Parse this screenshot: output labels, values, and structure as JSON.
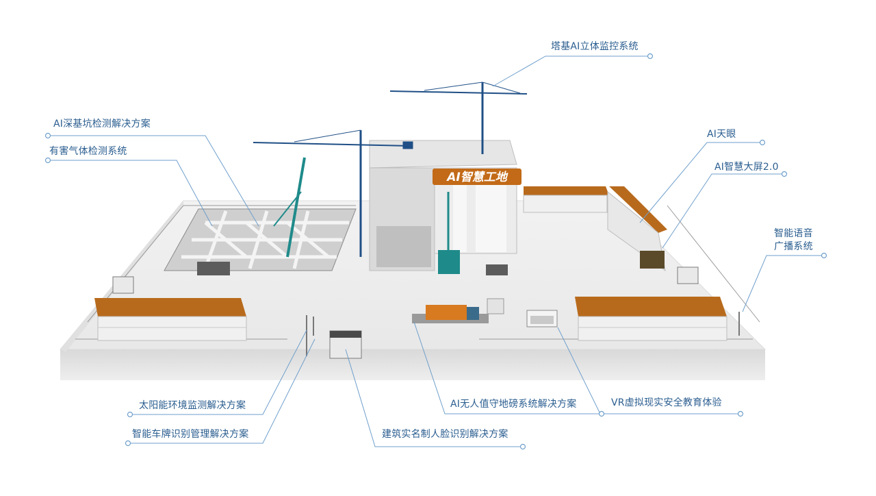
{
  "sign": {
    "text": "AI智慧工地"
  },
  "labels": {
    "tower_crane": "塔基AI立体监控系统",
    "deep_pit": "AI深基坑检测解决方案",
    "gas": "有害气体检测系统",
    "sky_eye": "AI天眼",
    "big_screen": "AI智慧大屏2.0",
    "broadcast_line1": "智能语音",
    "broadcast_line2": "广播系统",
    "solar_env": "太阳能环境监测解决方案",
    "plate": "智能车牌识别管理解决方案",
    "face": "建筑实名制人脸识别解决方案",
    "weighbridge": "AI无人值守地磅系统解决方案",
    "vr": "VR虚拟现实安全教育体验"
  },
  "colors": {
    "label_text": "#2a5d8f",
    "leader_line": "#6f9fcc",
    "roof": "#b86a1c",
    "crane_blue": "#1f4f86",
    "crane_teal": "#1f8a8a",
    "sign_bg": "#c26a17"
  }
}
